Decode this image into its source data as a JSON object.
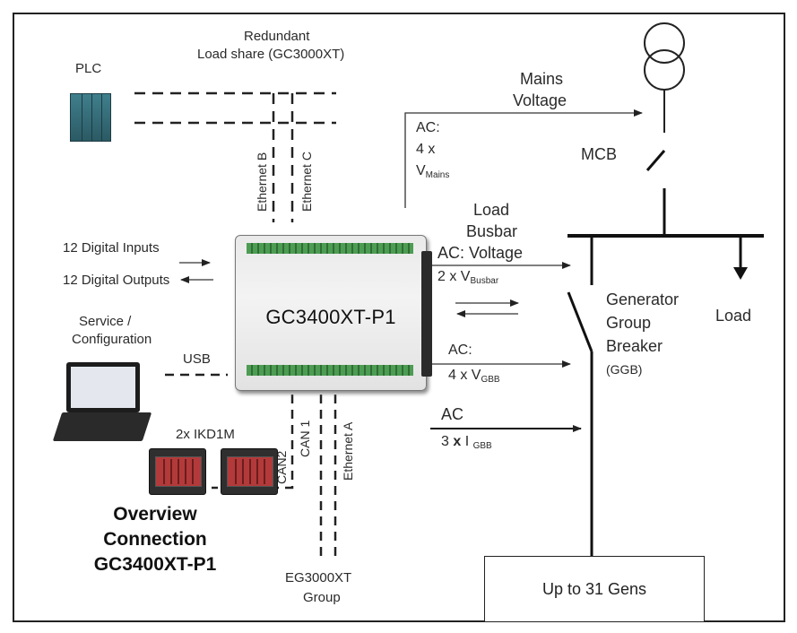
{
  "title": {
    "lines": [
      "Overview",
      "Connection",
      "GC3400XT-P1"
    ]
  },
  "device": {
    "label": "GC3400XT-P1"
  },
  "labels": {
    "plc": "PLC",
    "redundant": "Redundant",
    "load_share": "Load share (GC3000XT)",
    "ethernet_b": "Ethernet B",
    "ethernet_c": "Ethernet C",
    "digital_inputs": "12 Digital Inputs",
    "digital_outputs": "12 Digital Outputs",
    "service": "Service /",
    "configuration": "Configuration",
    "usb": "USB",
    "ikd": "2x IKD1M",
    "can2": "CAN2",
    "can1": "CAN 1",
    "ethernet_a": "Ethernet A",
    "eg_group_1": "EG3000XT",
    "eg_group_2": "Group",
    "mains_voltage_1": "Mains",
    "mains_voltage_2": "Voltage",
    "ac_mains_1": "AC:",
    "ac_mains_2": "4 x",
    "ac_mains_3": "V",
    "ac_mains_sub": "Mains",
    "mcb": "MCB",
    "load_busbar_1": "Load",
    "load_busbar_2": "Busbar",
    "ac_busbar_1": "AC: Voltage",
    "ac_busbar_2": "2 x V",
    "ac_busbar_sub": "Busbar",
    "ac_ggb_1": "AC:",
    "ac_ggb_2": "4 x V",
    "ac_ggb_sub": "GBB",
    "ac_current_1": "AC",
    "ac_current_2": "3 ",
    "ac_current_x": "x",
    "ac_current_3": " I ",
    "ac_current_sub": "GBB",
    "gen_breaker_1": "Generator",
    "gen_breaker_2": "Group",
    "gen_breaker_3": "Breaker",
    "gen_breaker_4": "(GGB)",
    "load": "Load",
    "up_to_gens": "Up to 31 Gens"
  }
}
